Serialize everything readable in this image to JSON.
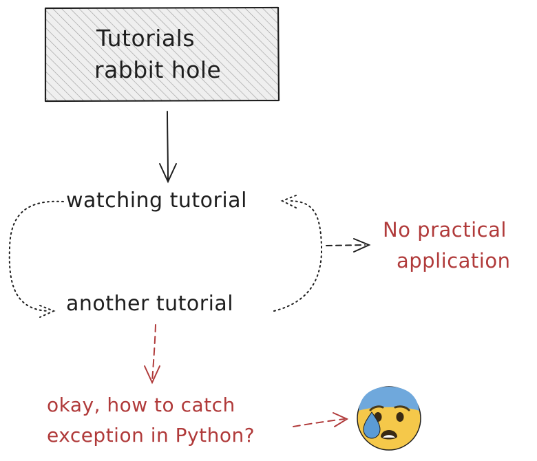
{
  "nodes": {
    "start_line1": "Tutorials",
    "start_line2": "rabbit hole",
    "watching": "watching tutorial",
    "another": "another tutorial",
    "no_practical_line1": "No practical",
    "no_practical_line2": "application",
    "question_line1": "okay, how to catch",
    "question_line2": "exception in Python?"
  },
  "colors": {
    "ink": "#1e1e1e",
    "accent": "#b03a3a",
    "box_fill": "#efefef",
    "hatch": "#9a9a9a",
    "emoji_face": "#f5c84a",
    "emoji_cap": "#6fa8dc",
    "emoji_drop": "#5b9bd5"
  },
  "emoji": "anxious-face-with-sweat-icon"
}
